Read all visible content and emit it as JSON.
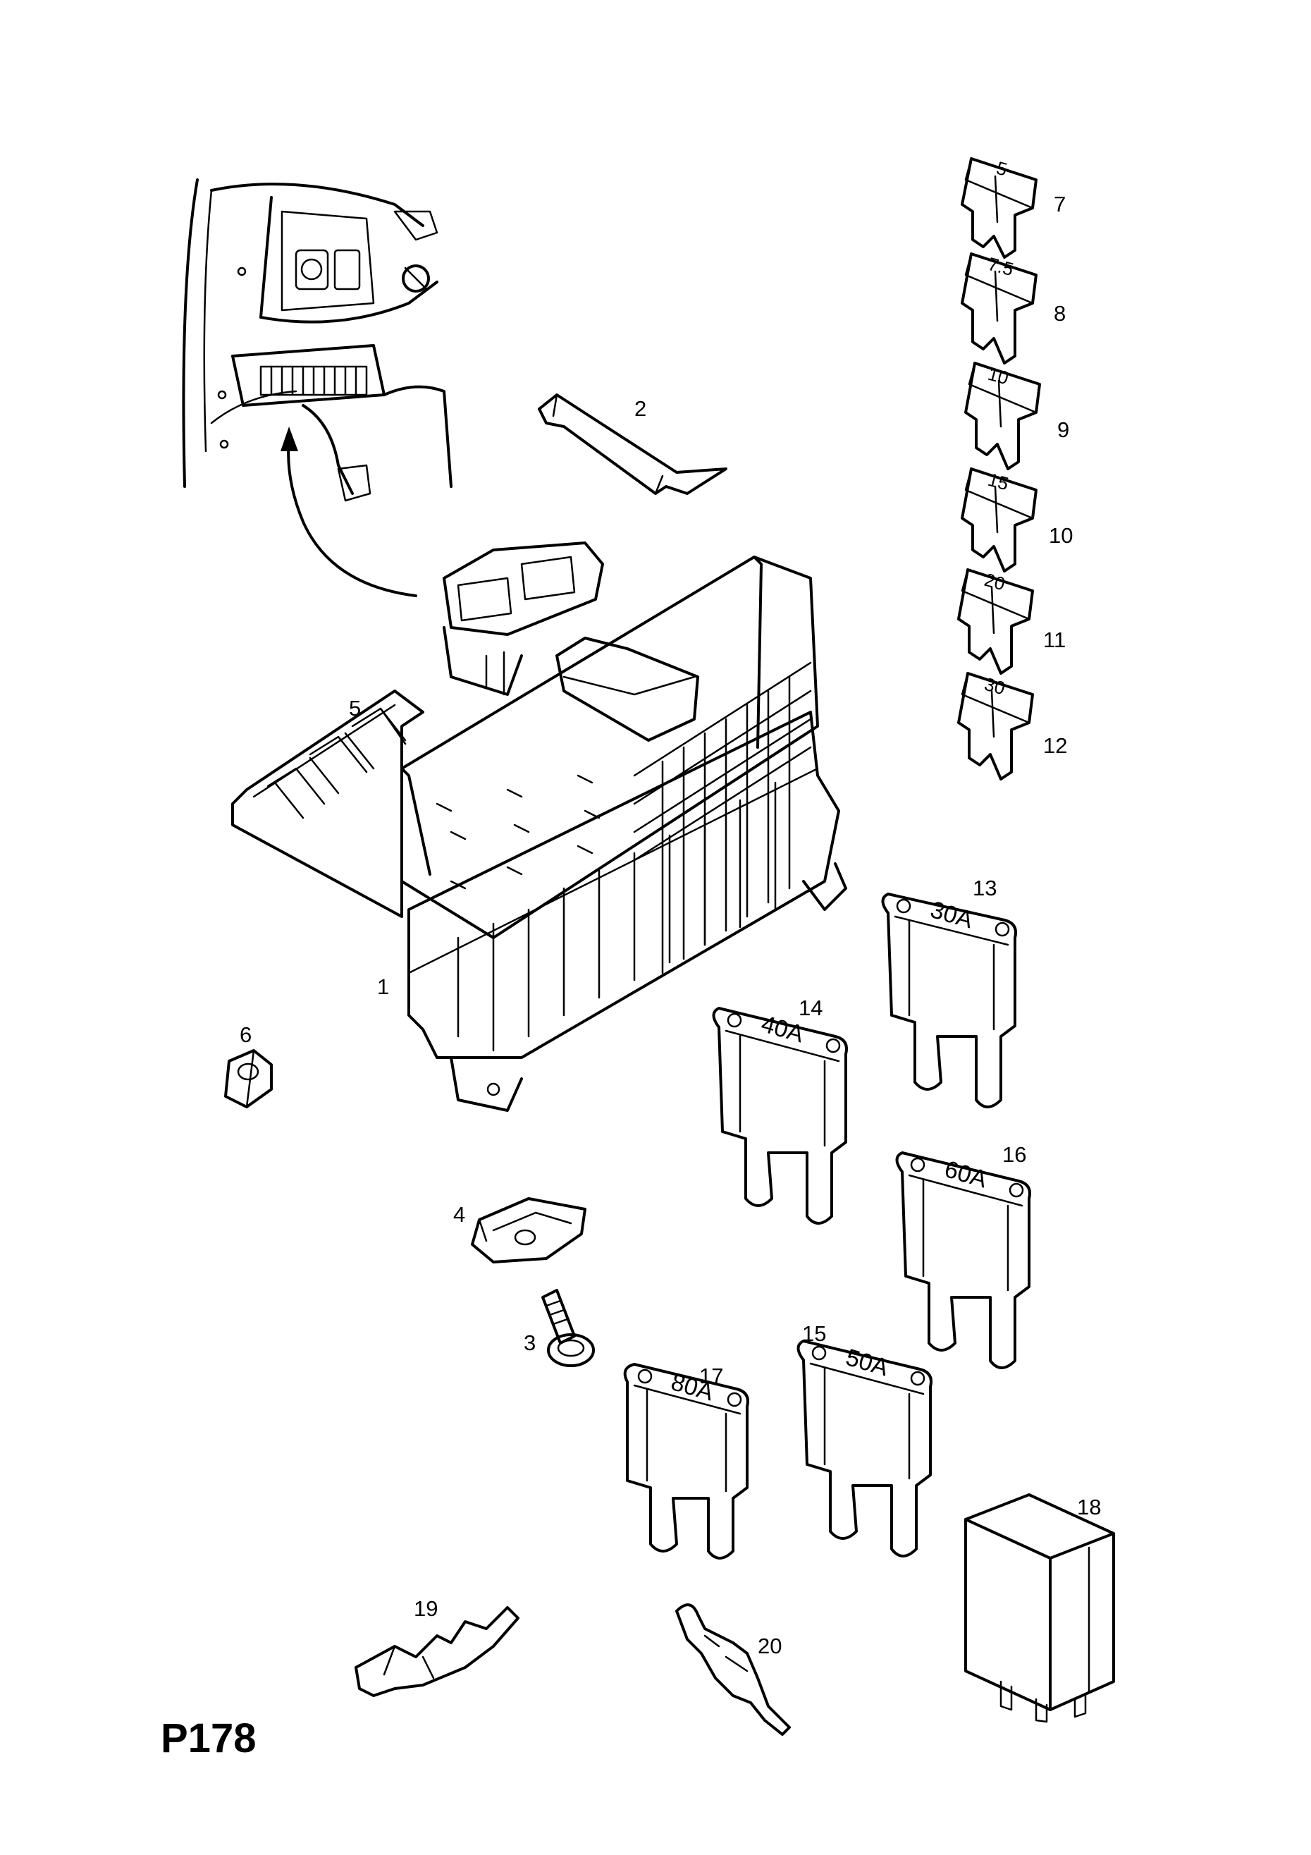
{
  "page_code": "P178",
  "callouts": {
    "c1": "1",
    "c2": "2",
    "c3": "3",
    "c4": "4",
    "c5": "5",
    "c6": "6",
    "c7": "7",
    "c8": "8",
    "c9": "9",
    "c10": "10",
    "c11": "11",
    "c12": "12",
    "c13": "13",
    "c14": "14",
    "c15": "15",
    "c16": "16",
    "c17": "17",
    "c18": "18",
    "c19": "19",
    "c20": "20"
  },
  "fuse_ratings": {
    "f7": "5",
    "f8": "7.5",
    "f9": "10",
    "f10": "15",
    "f11": "20",
    "f12": "30",
    "f13": "30A",
    "f14": "40A",
    "f15": "50A",
    "f16": "60A",
    "f17": "80A"
  }
}
